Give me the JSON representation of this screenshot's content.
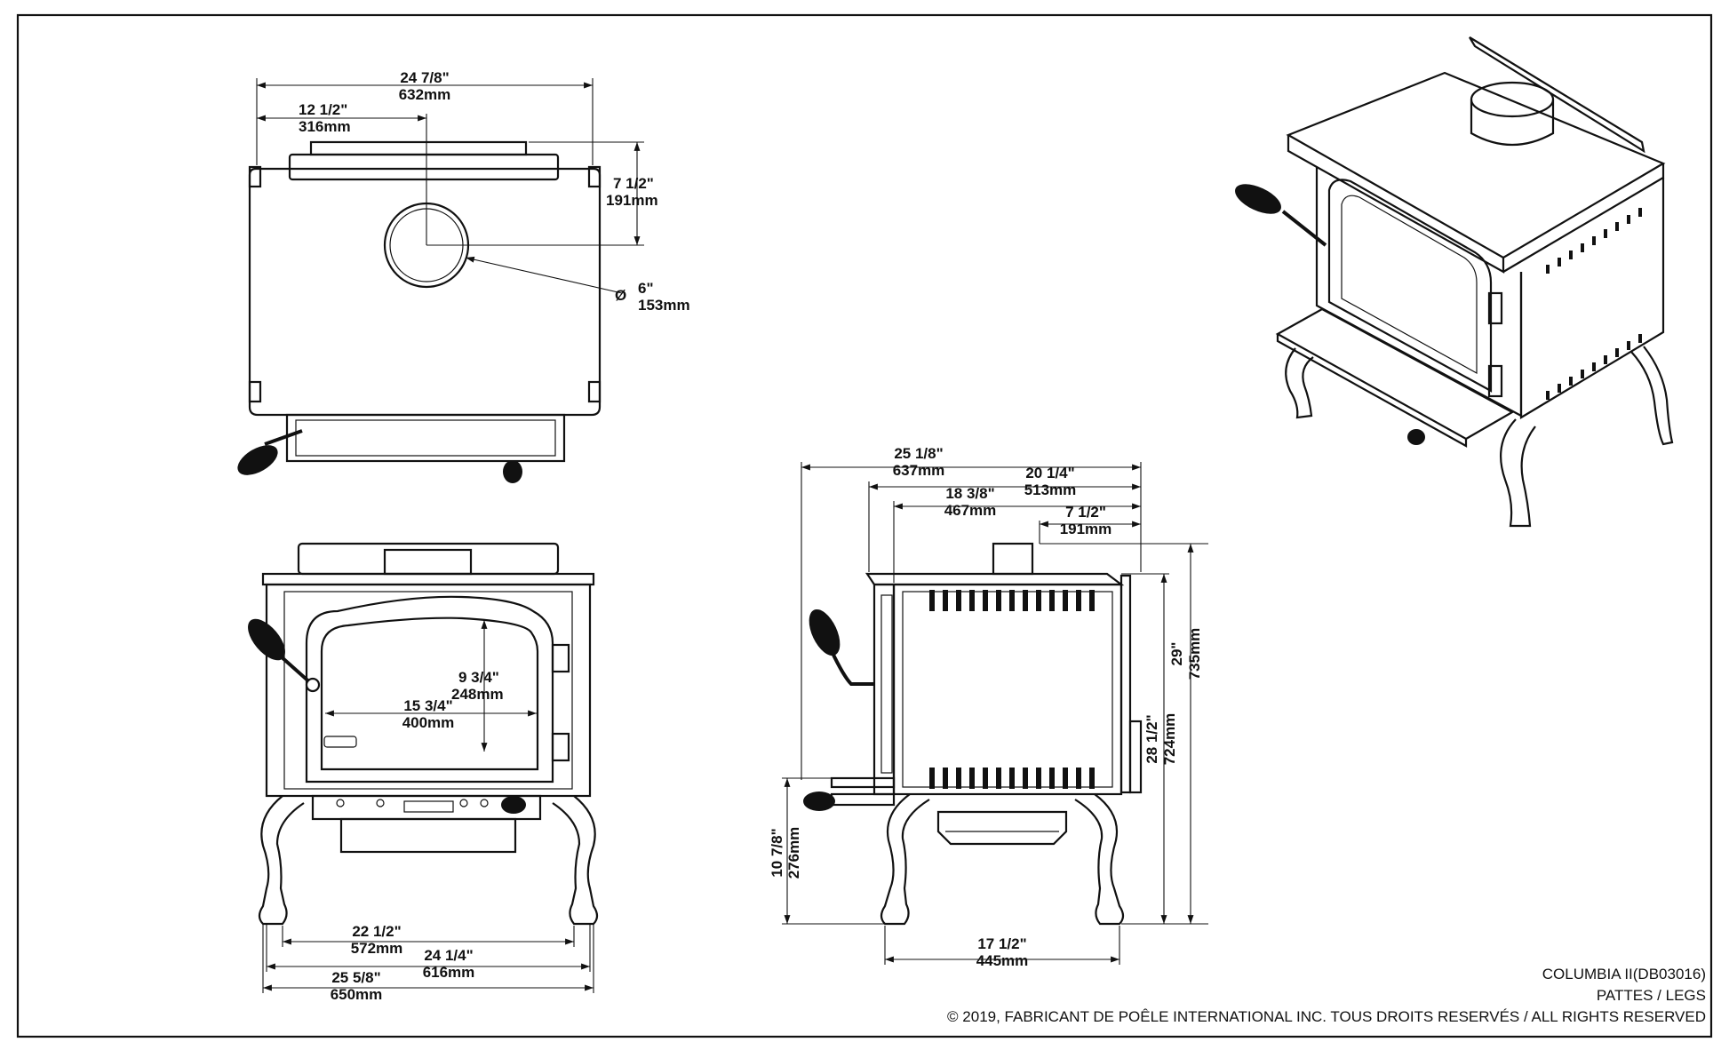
{
  "dimensions": {
    "top_width": "24 7/8\"",
    "top_width_mm": "632mm",
    "top_half": "12 1/2\"",
    "top_half_mm": "316mm",
    "top_depth": "7 1/2\"",
    "top_depth_mm": "191mm",
    "flue_diameter_symbol": "Ø",
    "flue_diameter": "6\"",
    "flue_diameter_mm": "153mm",
    "glass_height": "9 3/4\"",
    "glass_height_mm": "248mm",
    "glass_width": "15 3/4\"",
    "glass_width_mm": "400mm",
    "legs_inner": "22 1/2\"",
    "legs_inner_mm": "572mm",
    "body_width": "24 1/4\"",
    "body_width_mm": "616mm",
    "overall_width": "25 5/8\"",
    "overall_width_mm": "650mm",
    "side_total_depth": "25 1/8\"",
    "side_total_depth_mm": "637mm",
    "side_top_depth": "20 1/4\"",
    "side_top_depth_mm": "513mm",
    "side_body_depth": "18 3/8\"",
    "side_body_depth_mm": "467mm",
    "side_flue_offset": "7 1/2\"",
    "side_flue_offset_mm": "191mm",
    "overall_height": "29\"",
    "overall_height_mm": "735mm",
    "top_height": "28 1/2\"",
    "top_height_mm": "724mm",
    "ashlip_height": "10 7/8\"",
    "ashlip_height_mm": "276mm",
    "legs_depth": "17 1/2\"",
    "legs_depth_mm": "445mm"
  },
  "title_block": {
    "model": "COLUMBIA II(DB03016)",
    "subtitle": "PATTES / LEGS",
    "copyright": "© 2019, FABRICANT DE POÊLE INTERNATIONAL INC. TOUS DROITS RESERVÉS / ALL RIGHTS RESERVED"
  }
}
